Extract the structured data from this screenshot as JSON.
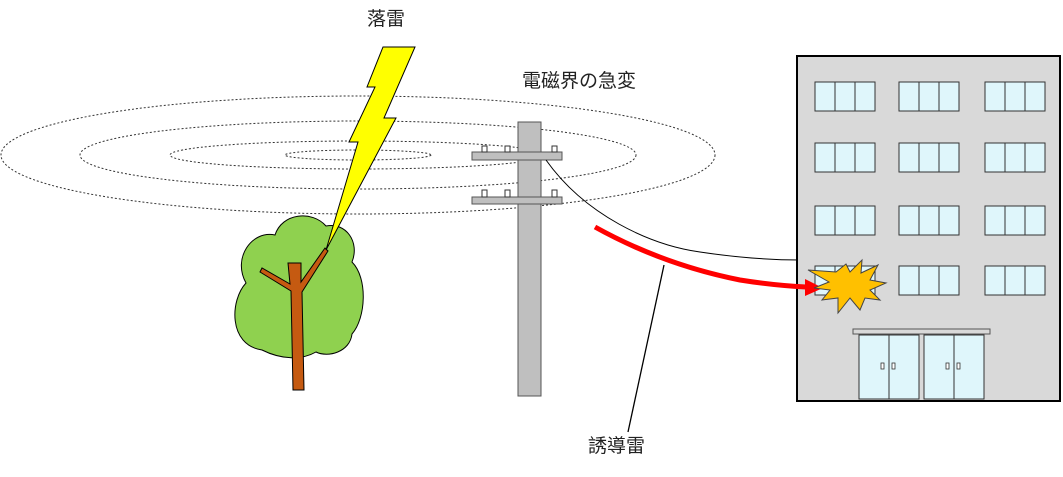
{
  "labels": {
    "lightning_strike": "落雷",
    "em_field_change": "電磁界の急変",
    "induced_lightning": "誘導雷"
  },
  "colors": {
    "bolt": "#ffff00",
    "foliage": "#8fd14f",
    "trunk": "#c55a11",
    "pole": "#bfbfbf",
    "building": "#d9d9d9",
    "window": "#dff6fb",
    "surge_arrow": "#ff0000",
    "spark": "#ffc000"
  },
  "icons": [
    "lightning-bolt-icon",
    "tree-icon",
    "utility-pole-icon",
    "building-icon",
    "spark-burst-icon"
  ]
}
